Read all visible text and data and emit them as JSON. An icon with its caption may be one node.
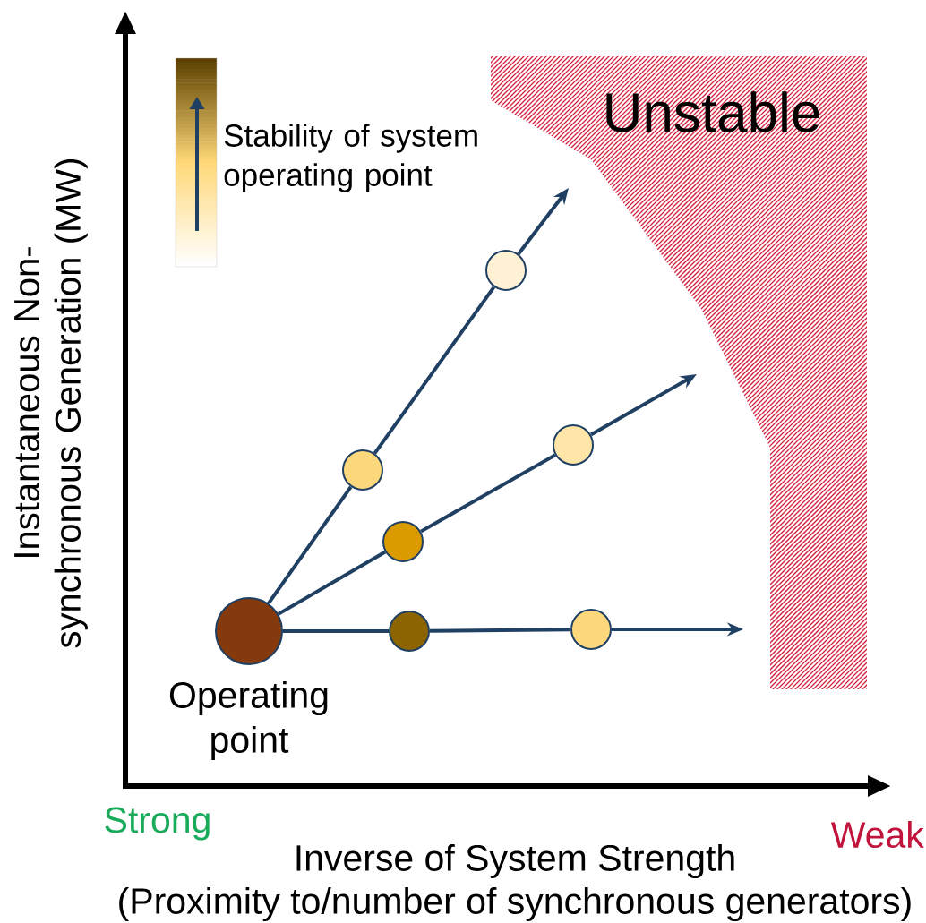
{
  "diagram": {
    "nodes": [
      {
        "text": [],
        "shape": "circle",
        "beside": [
          "Operating point"
        ]
      },
      {
        "text": [],
        "shape": "circle"
      },
      {
        "text": [],
        "shape": "circle"
      },
      {
        "text": [],
        "shape": "circle"
      },
      {
        "text": [],
        "shape": "circle"
      },
      {
        "text": [],
        "shape": "circle"
      },
      {
        "text": [],
        "shape": "circle"
      }
    ],
    "edges": [
      {
        "from": 0,
        "to": 1,
        "arrow": "none"
      },
      {
        "from": 1,
        "to": 2,
        "arrow": "none"
      },
      {
        "from": 2,
        "to": null,
        "arrow": "to"
      },
      {
        "from": 0,
        "to": 3,
        "arrow": "none"
      },
      {
        "from": 3,
        "to": 4,
        "arrow": "none"
      },
      {
        "from": 4,
        "to": null,
        "arrow": "to"
      },
      {
        "from": 0,
        "to": 5,
        "arrow": "none"
      },
      {
        "from": 5,
        "to": 6,
        "arrow": "none"
      },
      {
        "from": 6,
        "to": null,
        "arrow": "to"
      }
    ],
    "labels": [
      "Unstable",
      "Instantaneous Non-synchronous Generation (MW)",
      "Strong",
      "Weak",
      "Inverse of System Strength",
      "(Proximity to/number of synchronous generators)"
    ],
    "legend": [
      {
        "text": "Stability of system operating point"
      }
    ]
  }
}
